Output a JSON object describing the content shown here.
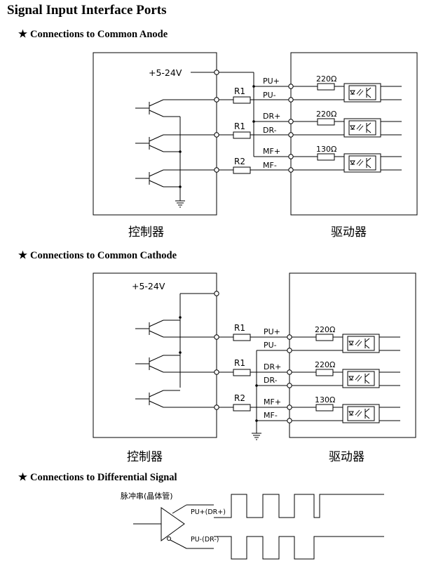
{
  "page": {
    "title": "Signal Input Interface Ports"
  },
  "sections": [
    {
      "heading": "Connections to Common Anode",
      "supply_label": "+5-24V",
      "resistors": [
        "R1",
        "R1",
        "R2"
      ],
      "terminals": [
        "PU+",
        "PU-",
        "DR+",
        "DR-",
        "MF+",
        "MF-"
      ],
      "input_resistors": [
        "220Ω",
        "220Ω",
        "130Ω"
      ],
      "controller_label": "控制器",
      "driver_label": "驱动器"
    },
    {
      "heading": "Connections to Common Cathode",
      "supply_label": "+5-24V",
      "resistors": [
        "R1",
        "R1",
        "R2"
      ],
      "terminals": [
        "PU+",
        "PU-",
        "DR+",
        "DR-",
        "MF+",
        "MF-"
      ],
      "input_resistors": [
        "220Ω",
        "220Ω",
        "130Ω"
      ],
      "controller_label": "控制器",
      "driver_label": "驱动器"
    },
    {
      "heading": "Connections to Differential Signal",
      "pulse_label": "脉冲串(晶体管)",
      "plus_label": "PU+(DR+)",
      "minus_label": "PU-(DR-)"
    }
  ]
}
